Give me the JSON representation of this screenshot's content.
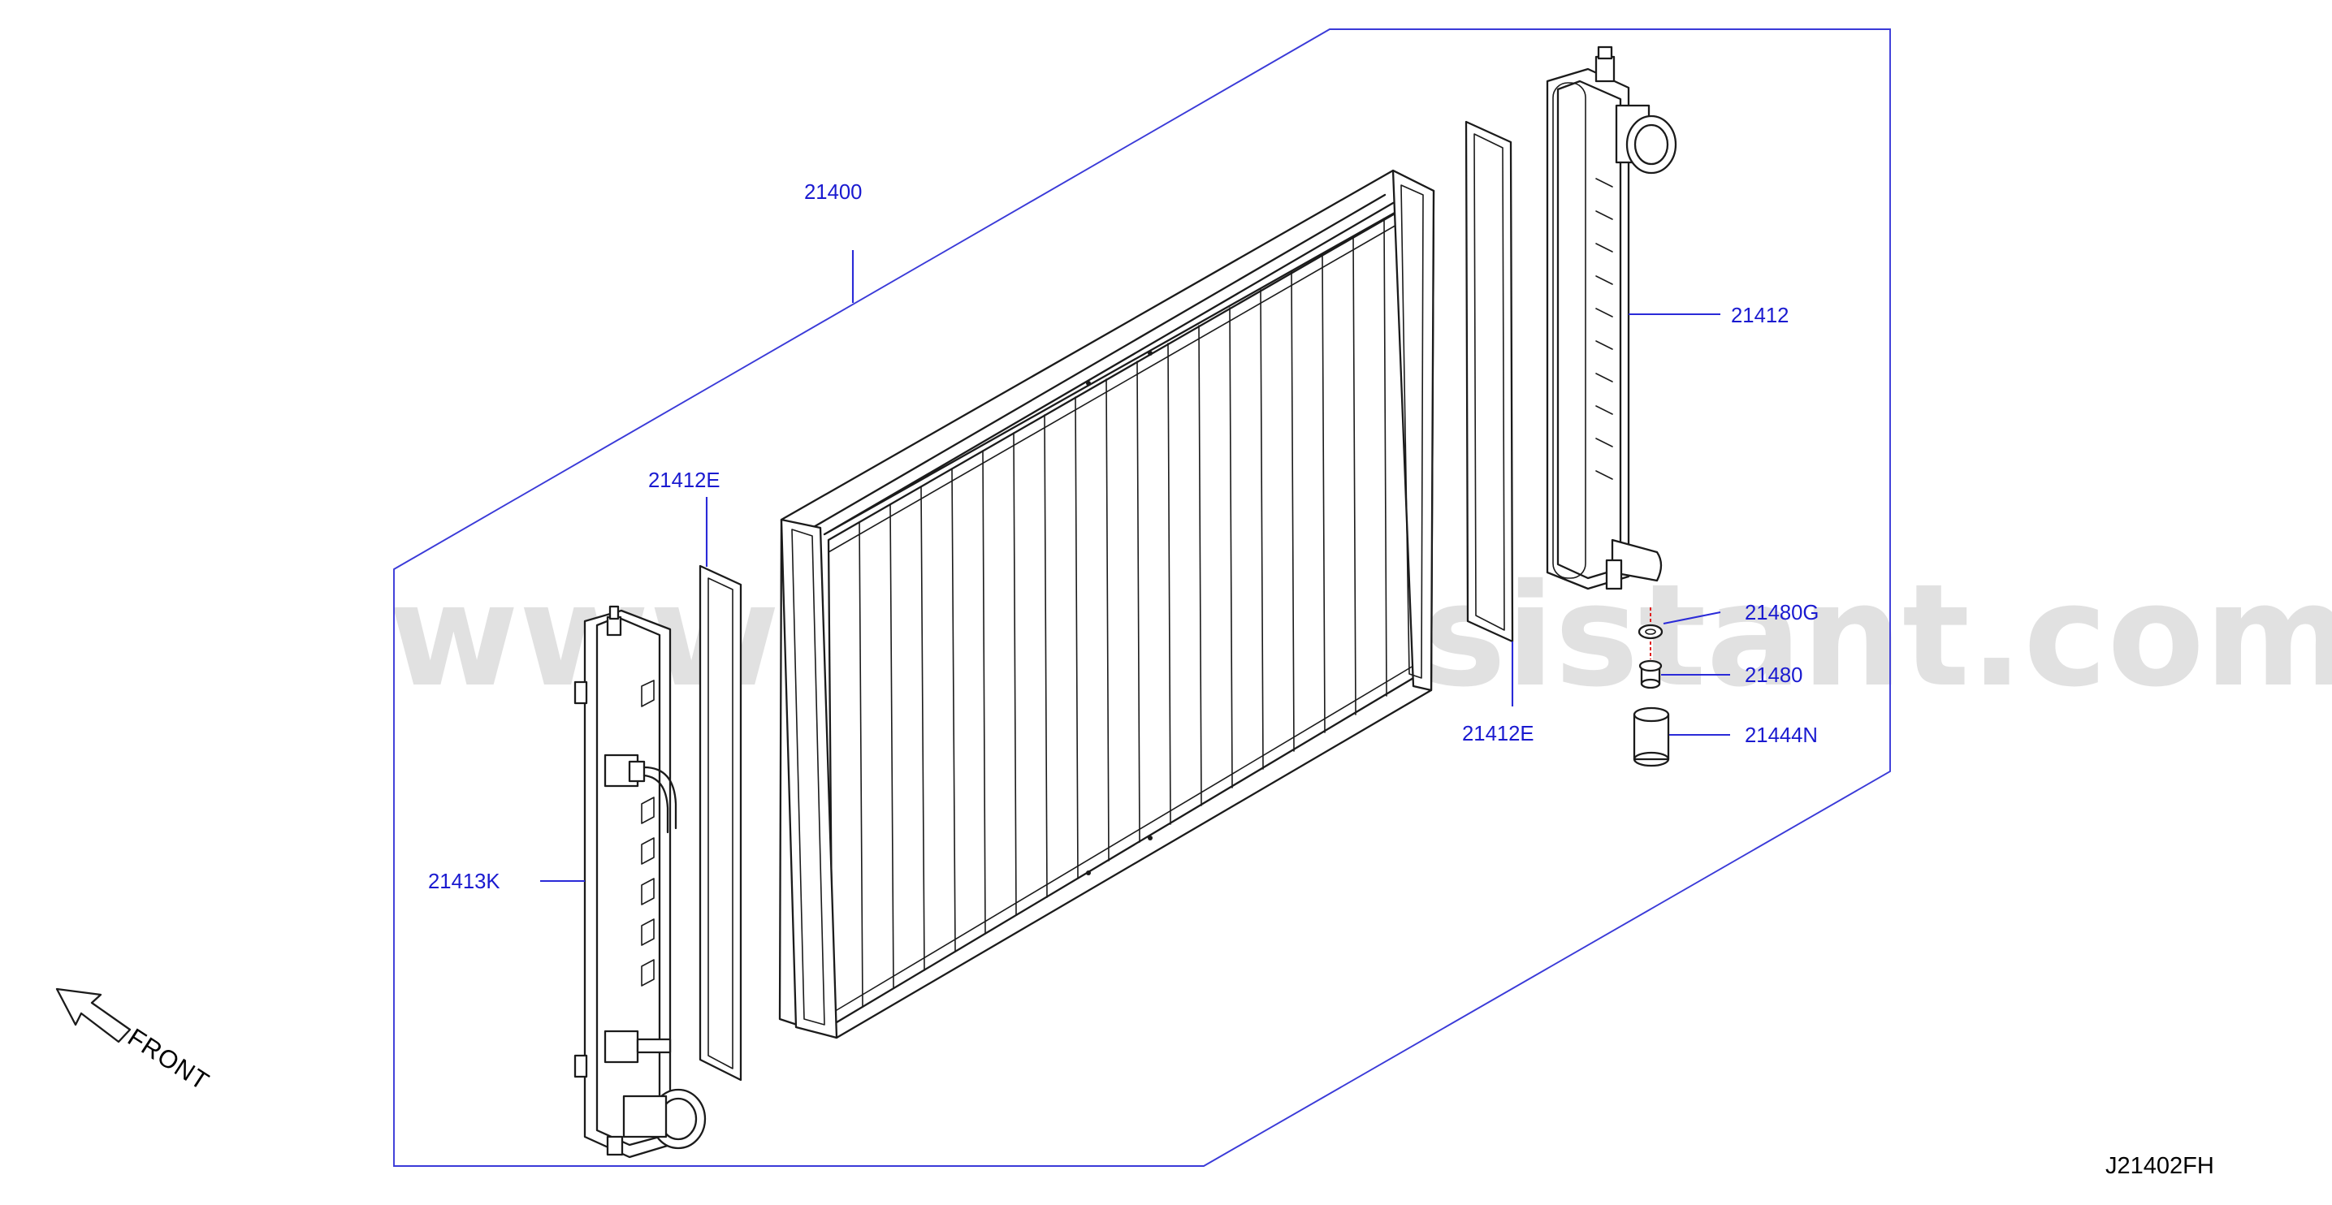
{
  "diagram": {
    "reference_code": "J21402FH",
    "watermark": "www.partsassistant.com",
    "front_label": "FRONT",
    "colors": {
      "callout": "#1a1ad0",
      "frame": "#3a3ad8",
      "line": "#1b1b1b",
      "watermark": "#c8c8c8"
    },
    "parts": [
      {
        "label": "21400",
        "name": "radiator assembly"
      },
      {
        "label": "21412",
        "name": "tank radiator (right)"
      },
      {
        "label": "21412E",
        "name": "gasket (left)"
      },
      {
        "label": "21412E",
        "name": "gasket (right)"
      },
      {
        "label": "21413K",
        "name": "tank radiator (left)"
      },
      {
        "label": "21480G",
        "name": "washer"
      },
      {
        "label": "21480",
        "name": "drain cock"
      },
      {
        "label": "21444N",
        "name": "rubber mounting"
      }
    ]
  }
}
